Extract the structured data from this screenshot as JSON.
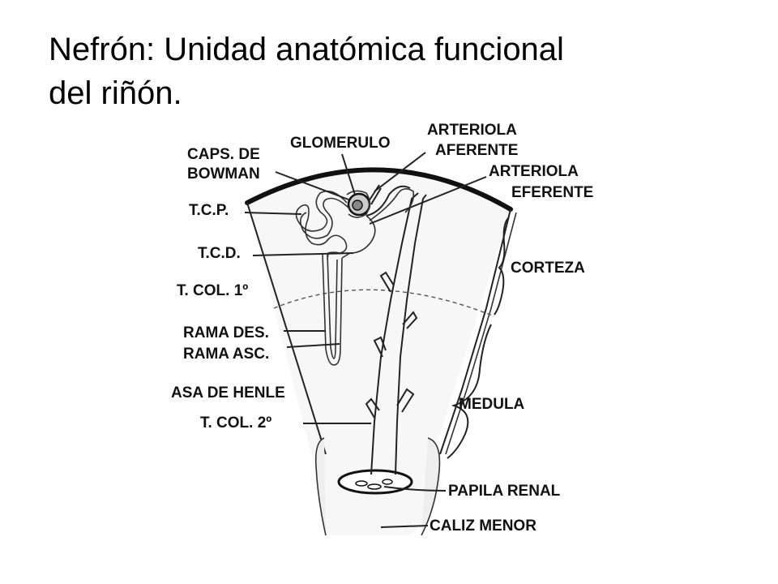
{
  "title": {
    "line1": "Nefrón: Unidad anatómica funcional",
    "line2": "del riñón."
  },
  "labels": {
    "glomerulo": "GLOMERULO",
    "arteriola_aferente_1": "ARTERIOLA",
    "arteriola_aferente_2": "AFERENTE",
    "arteriola_eferente_1": "ARTERIOLA",
    "arteriola_eferente_2": "EFERENTE",
    "caps_bowman_1": "CAPS. DE",
    "caps_bowman_2": "BOWMAN",
    "tcp": "T.C.P.",
    "tcd": "T.C.D.",
    "tcol1": "T. COL. 1º",
    "rama_des": "RAMA DES.",
    "rama_asc": "RAMA ASC.",
    "asa_henle": "ASA DE HENLE",
    "tcol2": "T. COL. 2º",
    "corteza": "CORTEZA",
    "medula": "MEDULA",
    "papila_renal": "PAPILA RENAL",
    "caliz_menor": "CALIZ MENOR"
  }
}
